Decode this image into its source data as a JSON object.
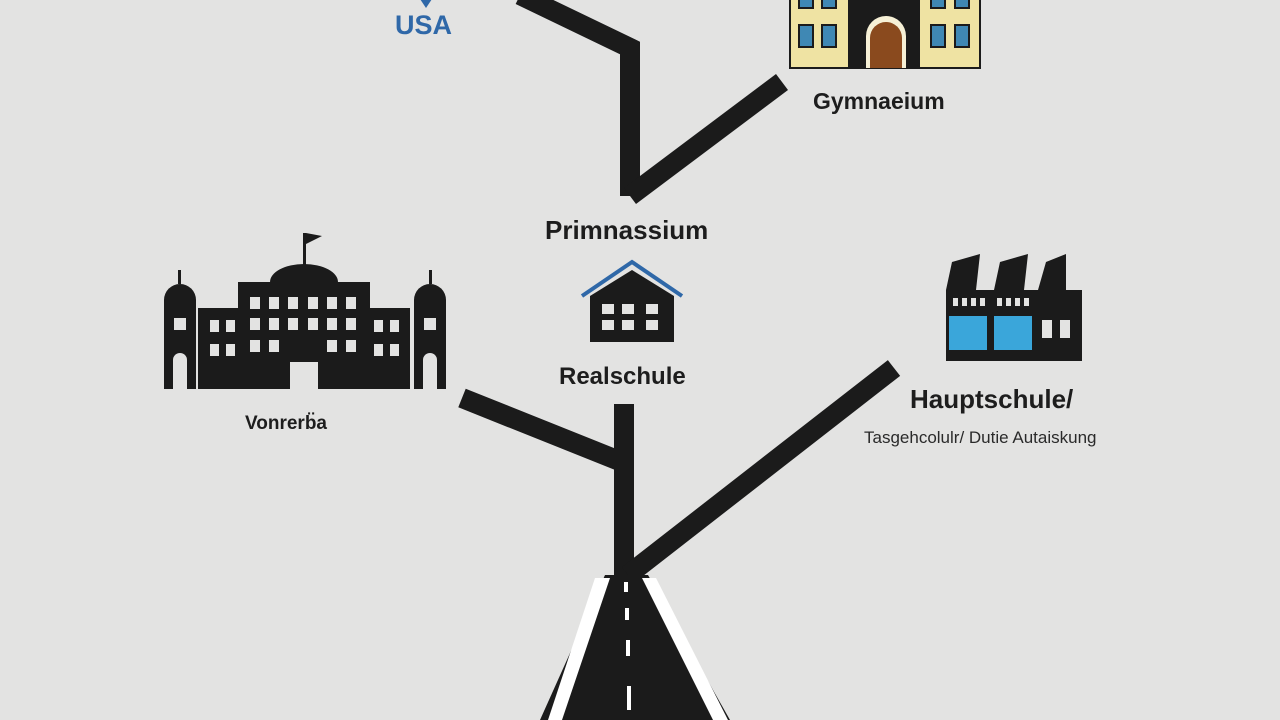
{
  "labels": {
    "usa": "USA",
    "gymnasium": "Gymnaeium",
    "primary": "Primnassium",
    "realschule": "Realschule",
    "hauptschule": "Hauptschule/",
    "hauptschule_sub": "Tasgehcolulr/ Dutie Autaiskung",
    "left_building": "Vonrerb̈a"
  },
  "colors": {
    "background": "#e3e3e2",
    "road": "#1b1b1b",
    "usa_text": "#2f68a8",
    "gym_wall": "#efe3a3",
    "gym_window": "#3f88b4",
    "gym_door": "#8a4a1e",
    "factory_window": "#3aa6da",
    "house_roof": "#2f68a8"
  },
  "icons": [
    "shield-icon",
    "gymnasium-building-icon",
    "house-icon",
    "palace-building-icon",
    "factory-icon",
    "road-icon"
  ]
}
